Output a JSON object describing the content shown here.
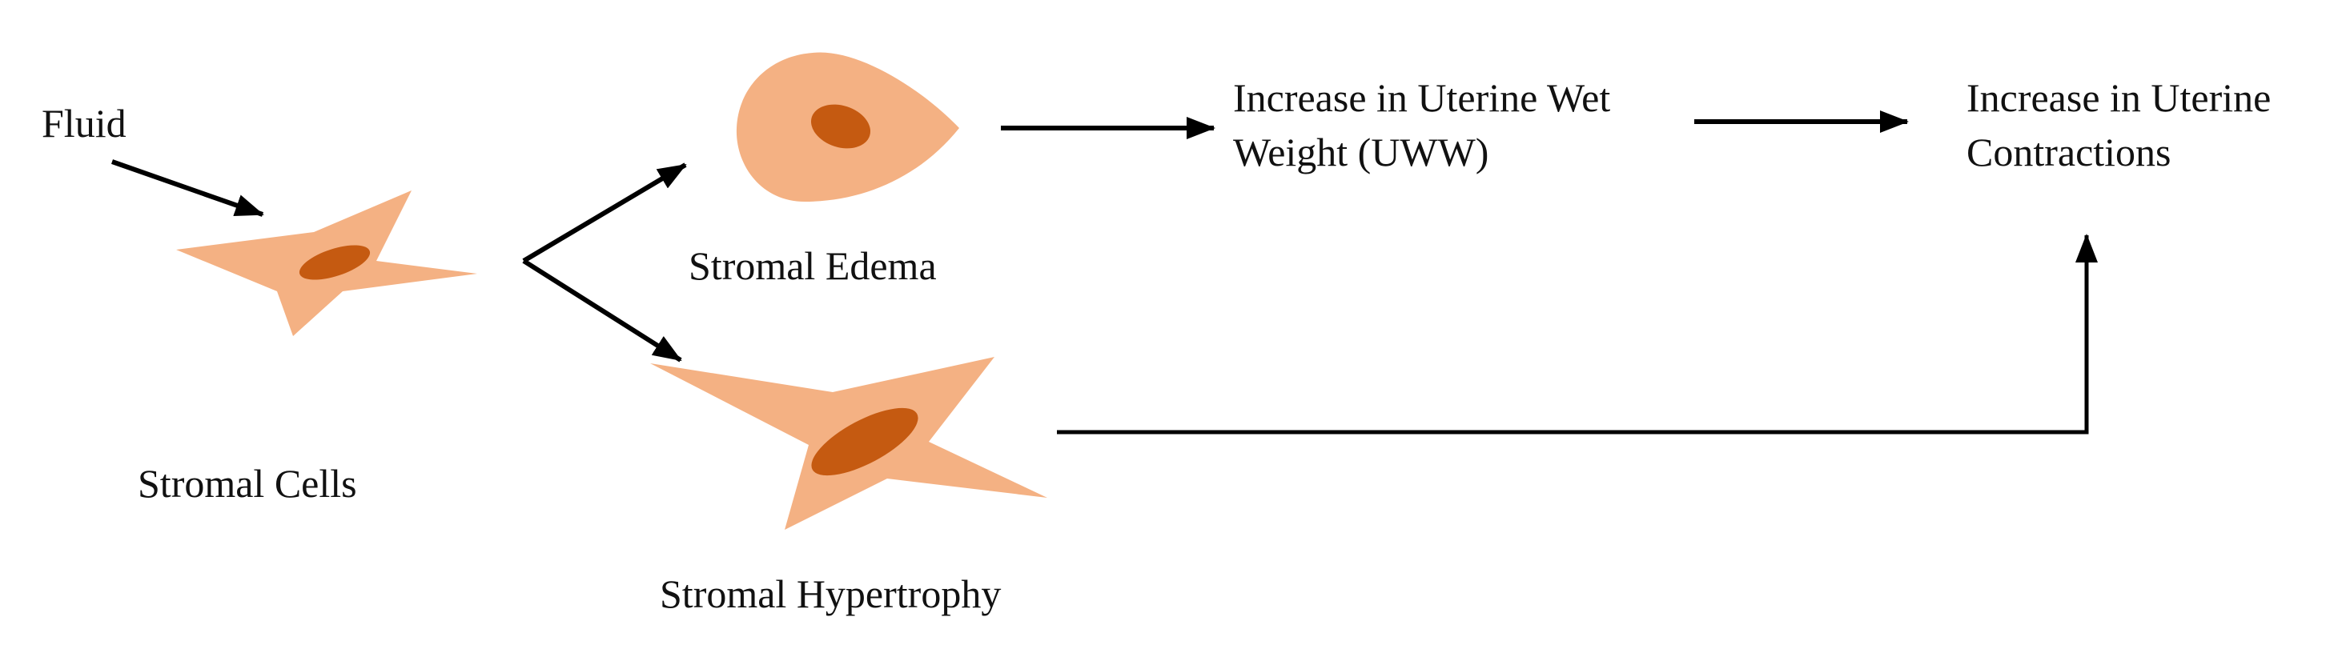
{
  "labels": {
    "fluid": "Fluid",
    "stromal_cells": "Stromal Cells",
    "stromal_edema": "Stromal Edema",
    "stromal_hypertrophy": "Stromal Hypertrophy",
    "uww_line1": "Increase in Uterine Wet",
    "uww_line2": "Weight (UWW)",
    "contractions_line1": "Increase in Uterine",
    "contractions_line2": "Contractions"
  },
  "colors": {
    "cell_body": "#f4b183",
    "nucleus": "#c55a11",
    "arrow": "#000000",
    "text": "#111111"
  }
}
